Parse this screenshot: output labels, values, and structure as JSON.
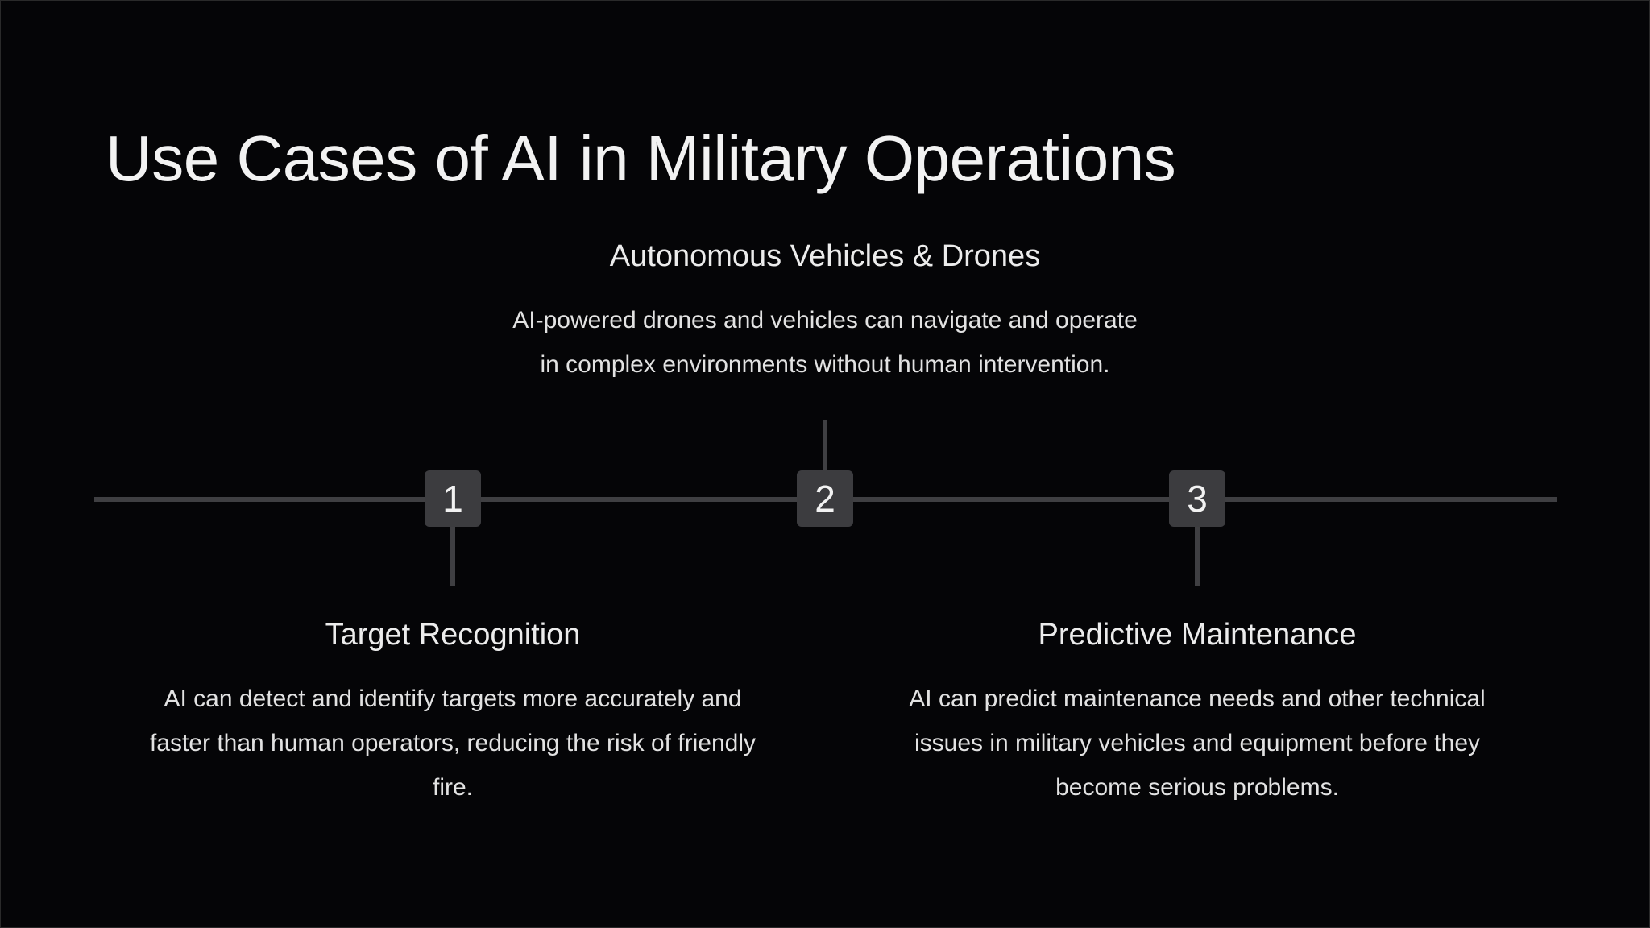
{
  "slide": {
    "title": "Use Cases of AI in Military Operations"
  },
  "timeline": {
    "steps": [
      {
        "number": "1",
        "heading": "Target Recognition",
        "description": "AI can detect and identify targets more accurately and faster than human operators, reducing the risk of friendly fire."
      },
      {
        "number": "2",
        "heading": "Autonomous Vehicles & Drones",
        "description": "AI-powered drones and vehicles can navigate and operate in complex environments without human intervention."
      },
      {
        "number": "3",
        "heading": "Predictive Maintenance",
        "description": "AI can predict maintenance needs and other technical issues in military vehicles and equipment before they become serious problems."
      }
    ]
  },
  "colors": {
    "background": "#050507",
    "line": "#3f3f42",
    "badge": "#3c3c3f",
    "text": "#f2f2f2"
  }
}
